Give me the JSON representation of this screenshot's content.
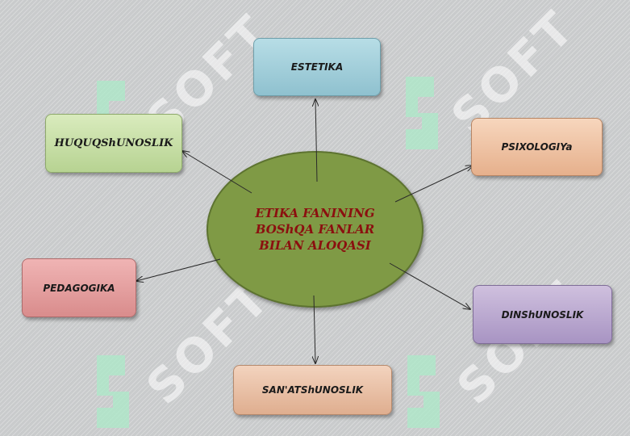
{
  "watermark": "SOFT",
  "center": {
    "label": "ETIKA FANINING\nBOShQA FANLAR\nBILAN ALOQASI"
  },
  "nodes": {
    "estetika": "ESTETIKA",
    "psixologiya": "PSIXOLOGIYa",
    "dinshunoslik": "DINShUNOSLIK",
    "sanatshunoslik": "SAN'ATShUNOSLIK",
    "pedagogika": "PEDAGOGIKA",
    "huquqshunoslik": "HUQUQShUNOSLIK"
  },
  "colors": {
    "center_fill": "#7f9a45",
    "center_text": "#8b0f0f",
    "arrow": "#2a2a2a"
  }
}
